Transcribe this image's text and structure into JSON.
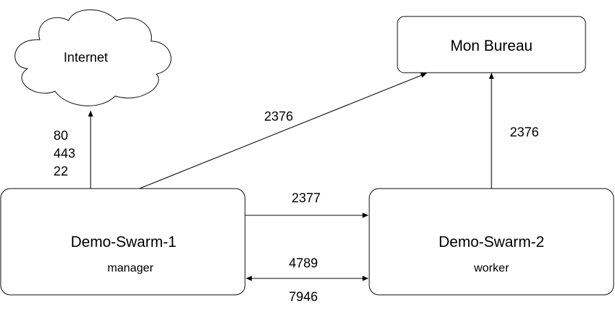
{
  "nodes": {
    "internet": {
      "label": "Internet"
    },
    "mon_bureau": {
      "label": "Mon Bureau"
    },
    "swarm1": {
      "name": "Demo-Swarm-1",
      "role": "manager"
    },
    "swarm2": {
      "name": "Demo-Swarm-2",
      "role": "worker"
    }
  },
  "edges": {
    "swarm1_to_internet": {
      "ports": [
        "80",
        "443",
        "22"
      ]
    },
    "swarm1_to_bureau": {
      "port": "2376"
    },
    "swarm2_to_bureau": {
      "port": "2376"
    },
    "swarm1_to_swarm2": {
      "port": "2377"
    },
    "swarm_bidirectional": {
      "port_top": "4789",
      "port_bottom": "7946"
    }
  }
}
